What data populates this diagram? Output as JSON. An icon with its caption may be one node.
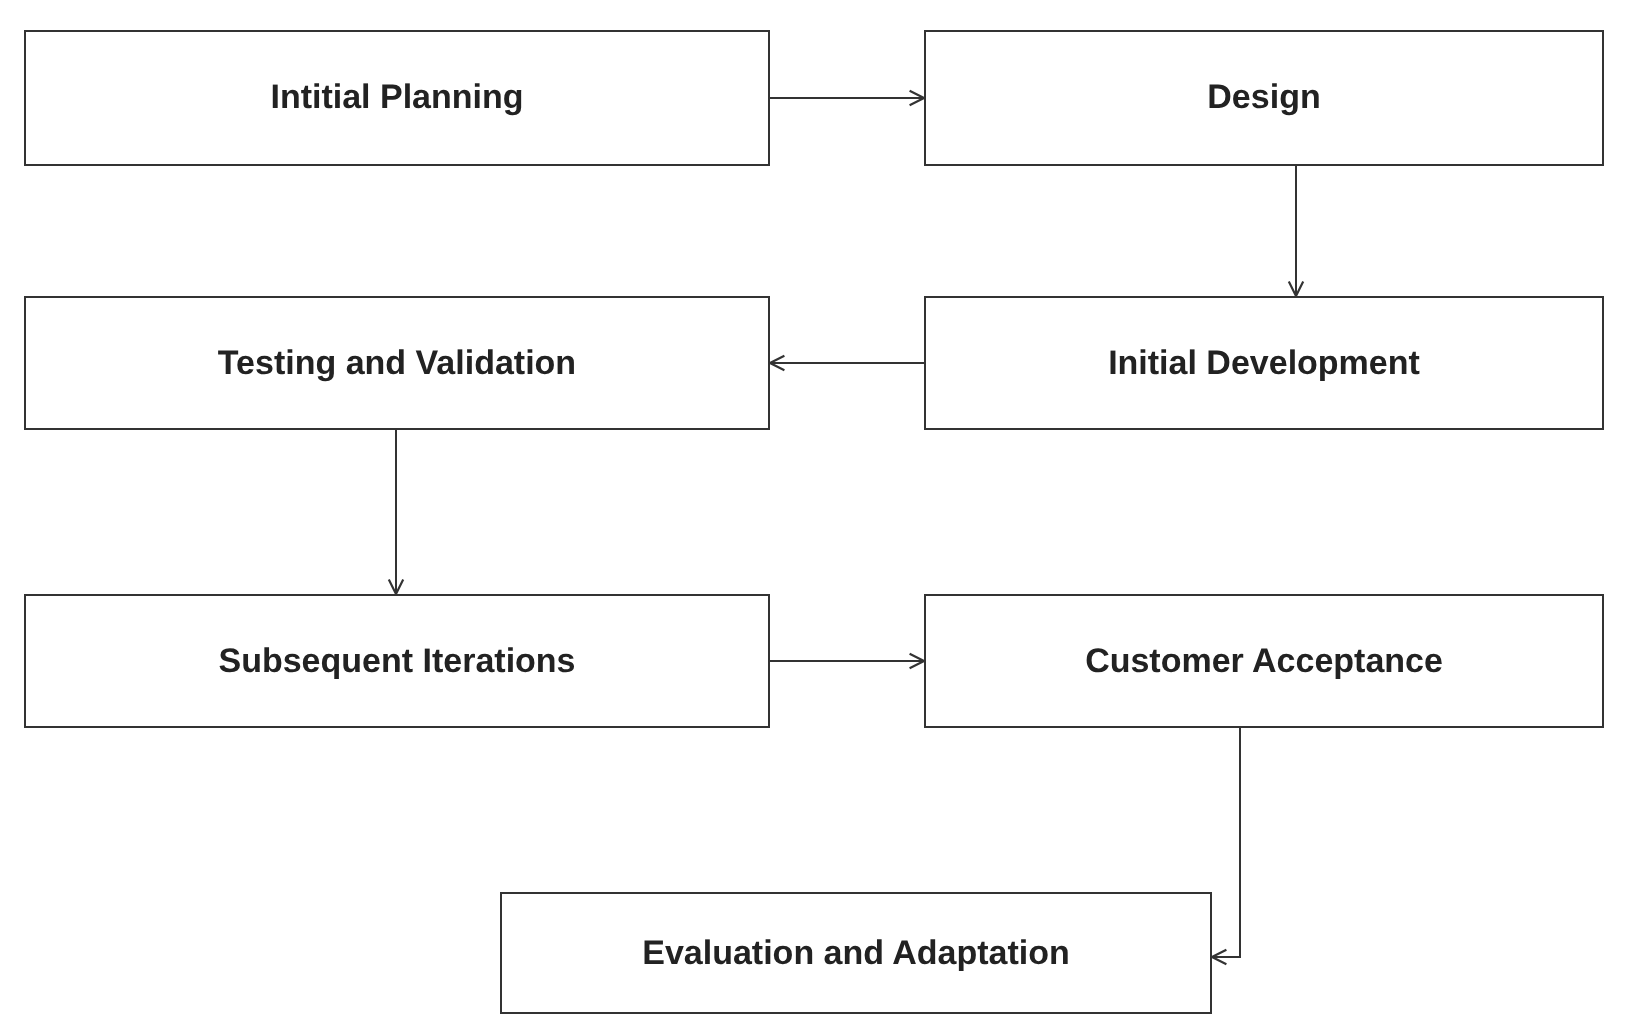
{
  "diagram": {
    "nodes": [
      {
        "text": [
          "Intitial Planning"
        ]
      },
      {
        "text": [
          "Design"
        ]
      },
      {
        "text": [
          "Testing and Validation"
        ]
      },
      {
        "text": [
          "Initial Development"
        ]
      },
      {
        "text": [
          "Subsequent Iterations"
        ]
      },
      {
        "text": [
          "Customer Acceptance"
        ]
      },
      {
        "text": [
          "Evaluation and Adaptation"
        ]
      }
    ],
    "edges": [
      {
        "from": 0,
        "to": 1,
        "arrow": "to"
      },
      {
        "from": 1,
        "to": 3,
        "arrow": "to"
      },
      {
        "from": 3,
        "to": 2,
        "arrow": "to"
      },
      {
        "from": 2,
        "to": 4,
        "arrow": "to"
      },
      {
        "from": 4,
        "to": 5,
        "arrow": "to"
      },
      {
        "from": 5,
        "to": 6,
        "arrow": "to"
      }
    ]
  }
}
